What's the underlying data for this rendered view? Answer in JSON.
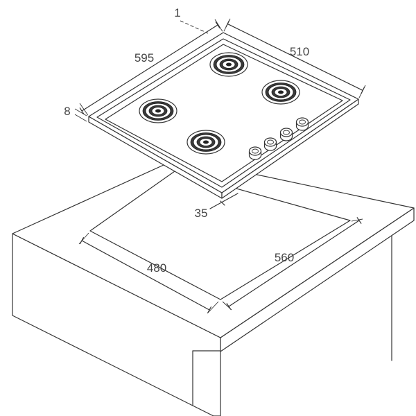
{
  "callouts": {
    "part": "1"
  },
  "dimensions": {
    "hob_left_edge": "595",
    "hob_right_edge": "510",
    "hob_thickness": "8",
    "front_gap": "35",
    "cutout_left_edge": "480",
    "cutout_right_edge": "560"
  },
  "colors": {
    "line": "#333333",
    "text": "#444444",
    "dark": "#3a3a3a",
    "background": "#ffffff"
  }
}
